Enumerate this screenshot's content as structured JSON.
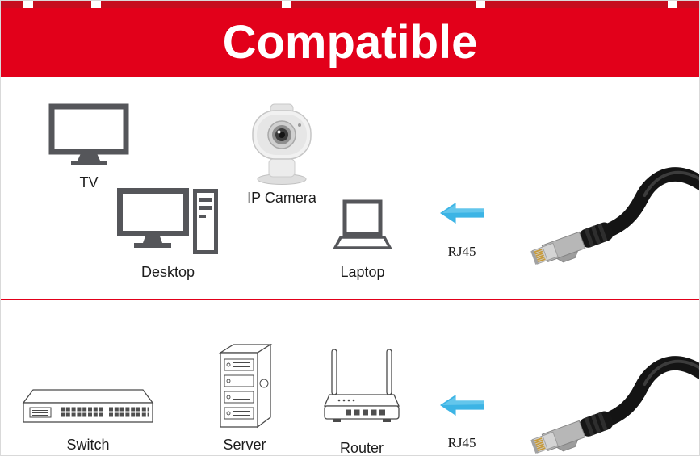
{
  "banner": {
    "title": "Compatible"
  },
  "colors": {
    "banner_red": "#e2001a",
    "banner_top_strip_red": "#c60d1f",
    "divider_red": "#e2001a",
    "arrow_cyan": "#3cb4e5",
    "icon_gray": "#55565a",
    "line_gray": "#4a4a4a",
    "label_color": "#1c1c1c"
  },
  "top_section": {
    "devices": [
      {
        "label": "TV"
      },
      {
        "label": "IP Camera"
      },
      {
        "label": "Desktop"
      },
      {
        "label": "Laptop"
      }
    ],
    "connector_label": "RJ45"
  },
  "bottom_section": {
    "devices": [
      {
        "label": "Switch"
      },
      {
        "label": "Server"
      },
      {
        "label": "Router"
      }
    ],
    "connector_label": "RJ45"
  }
}
